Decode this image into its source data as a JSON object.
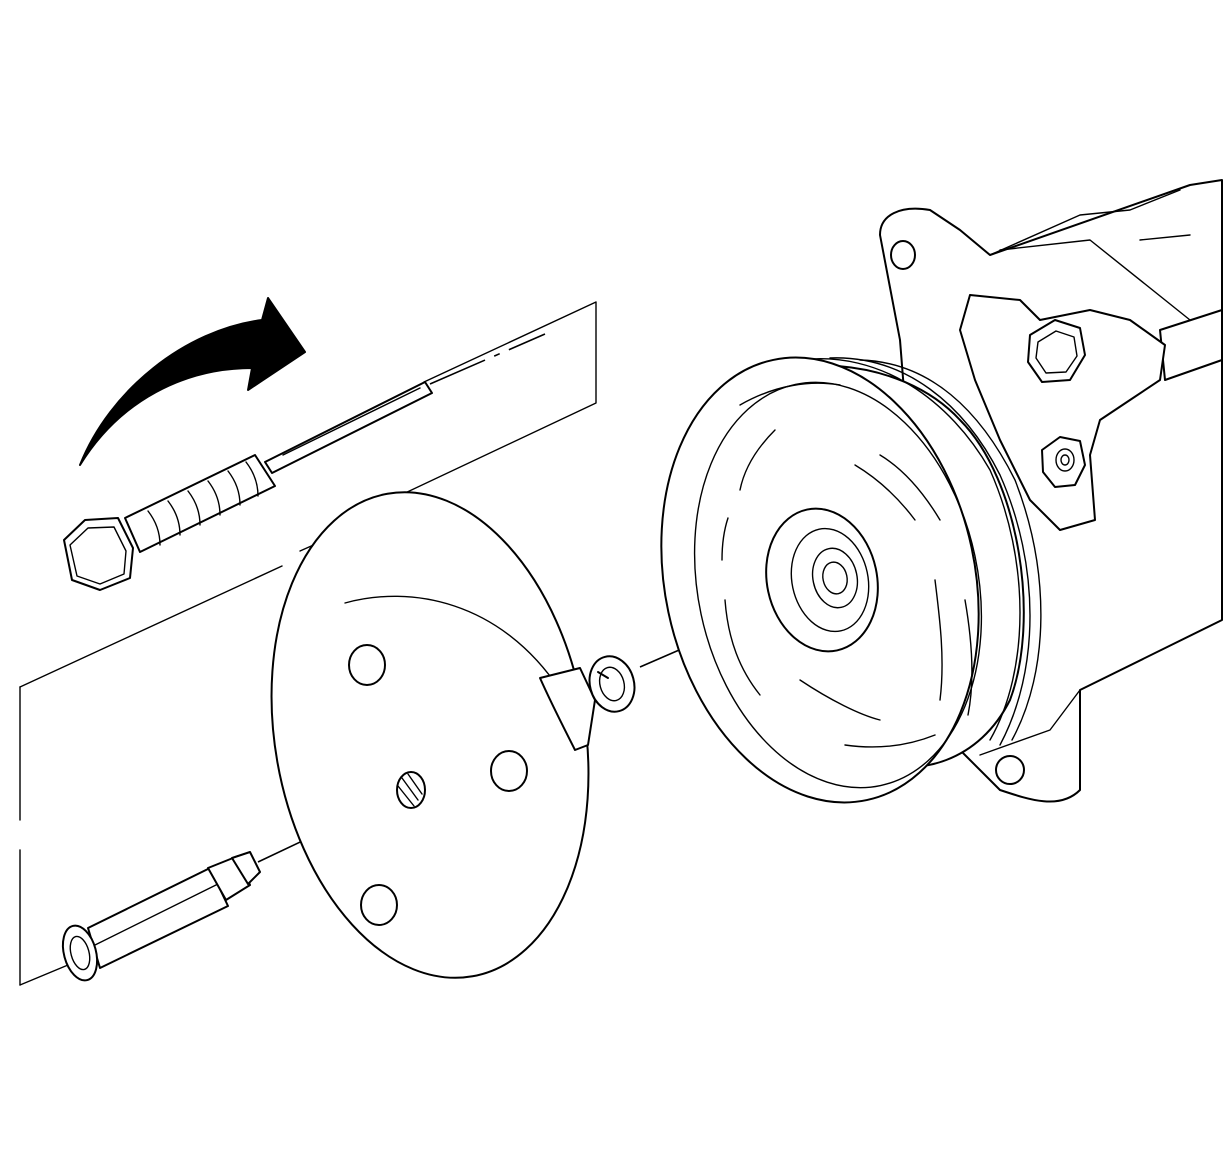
{
  "figure": {
    "caption": "",
    "parts": [
      "rotation-arrow",
      "forcing-screw",
      "clutch-plate-remover",
      "retaining-ring",
      "compressor-clutch-pulley",
      "compressor-body",
      "threaded-adapter"
    ]
  },
  "colors": {
    "line": "#000000",
    "background": "#ffffff"
  }
}
